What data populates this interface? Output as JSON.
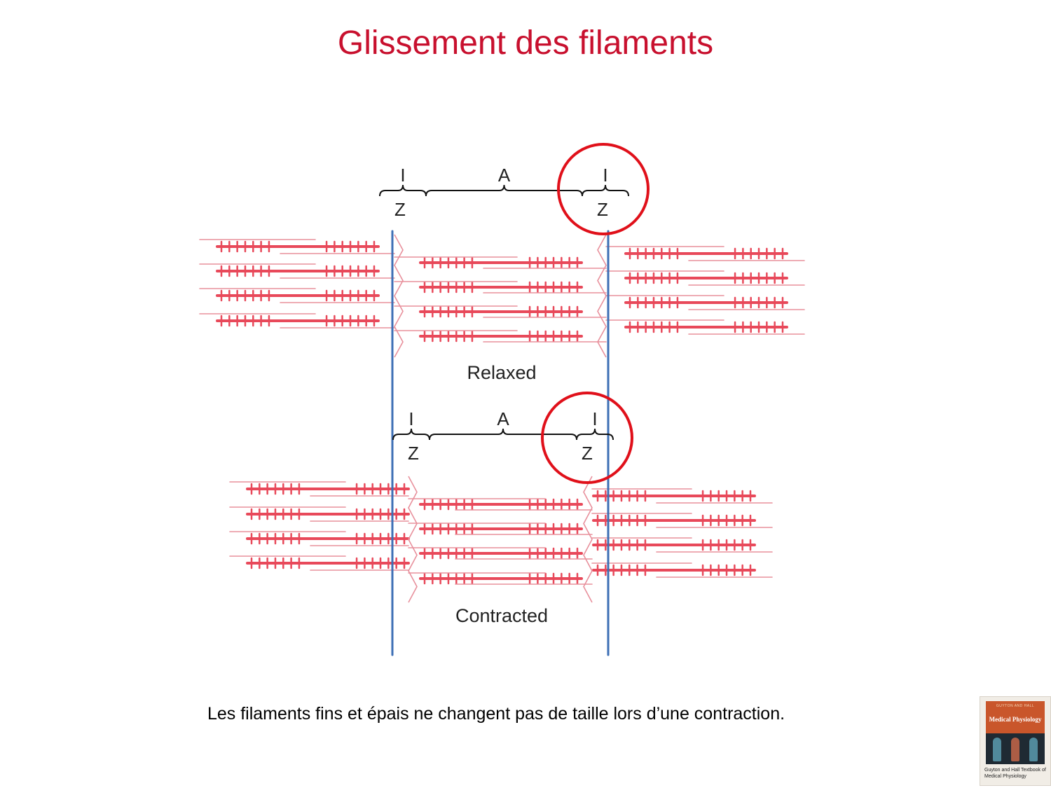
{
  "title": "Glissement des filaments",
  "caption": "Les filaments fins et épais ne changent pas de taille lors d’une contraction.",
  "colors": {
    "title": "#c8102e",
    "filament_thick": "#e8495a",
    "filament_thin": "#e8909c",
    "highlight_circle": "#e0101a",
    "reference_line": "#3d6fb5",
    "bracket": "#111111"
  },
  "diagram": {
    "relaxed": {
      "label": "Relaxed",
      "band_I": "I",
      "band_A": "A",
      "line_Z": "Z"
    },
    "contracted": {
      "label": "Contracted",
      "band_I": "I",
      "band_A": "A",
      "line_Z": "Z"
    }
  },
  "book": {
    "series": "GUYTON AND HALL",
    "title": "Medical Physiology",
    "subtitle": "Guyton and Hall Textbook of Medical Physiology"
  }
}
